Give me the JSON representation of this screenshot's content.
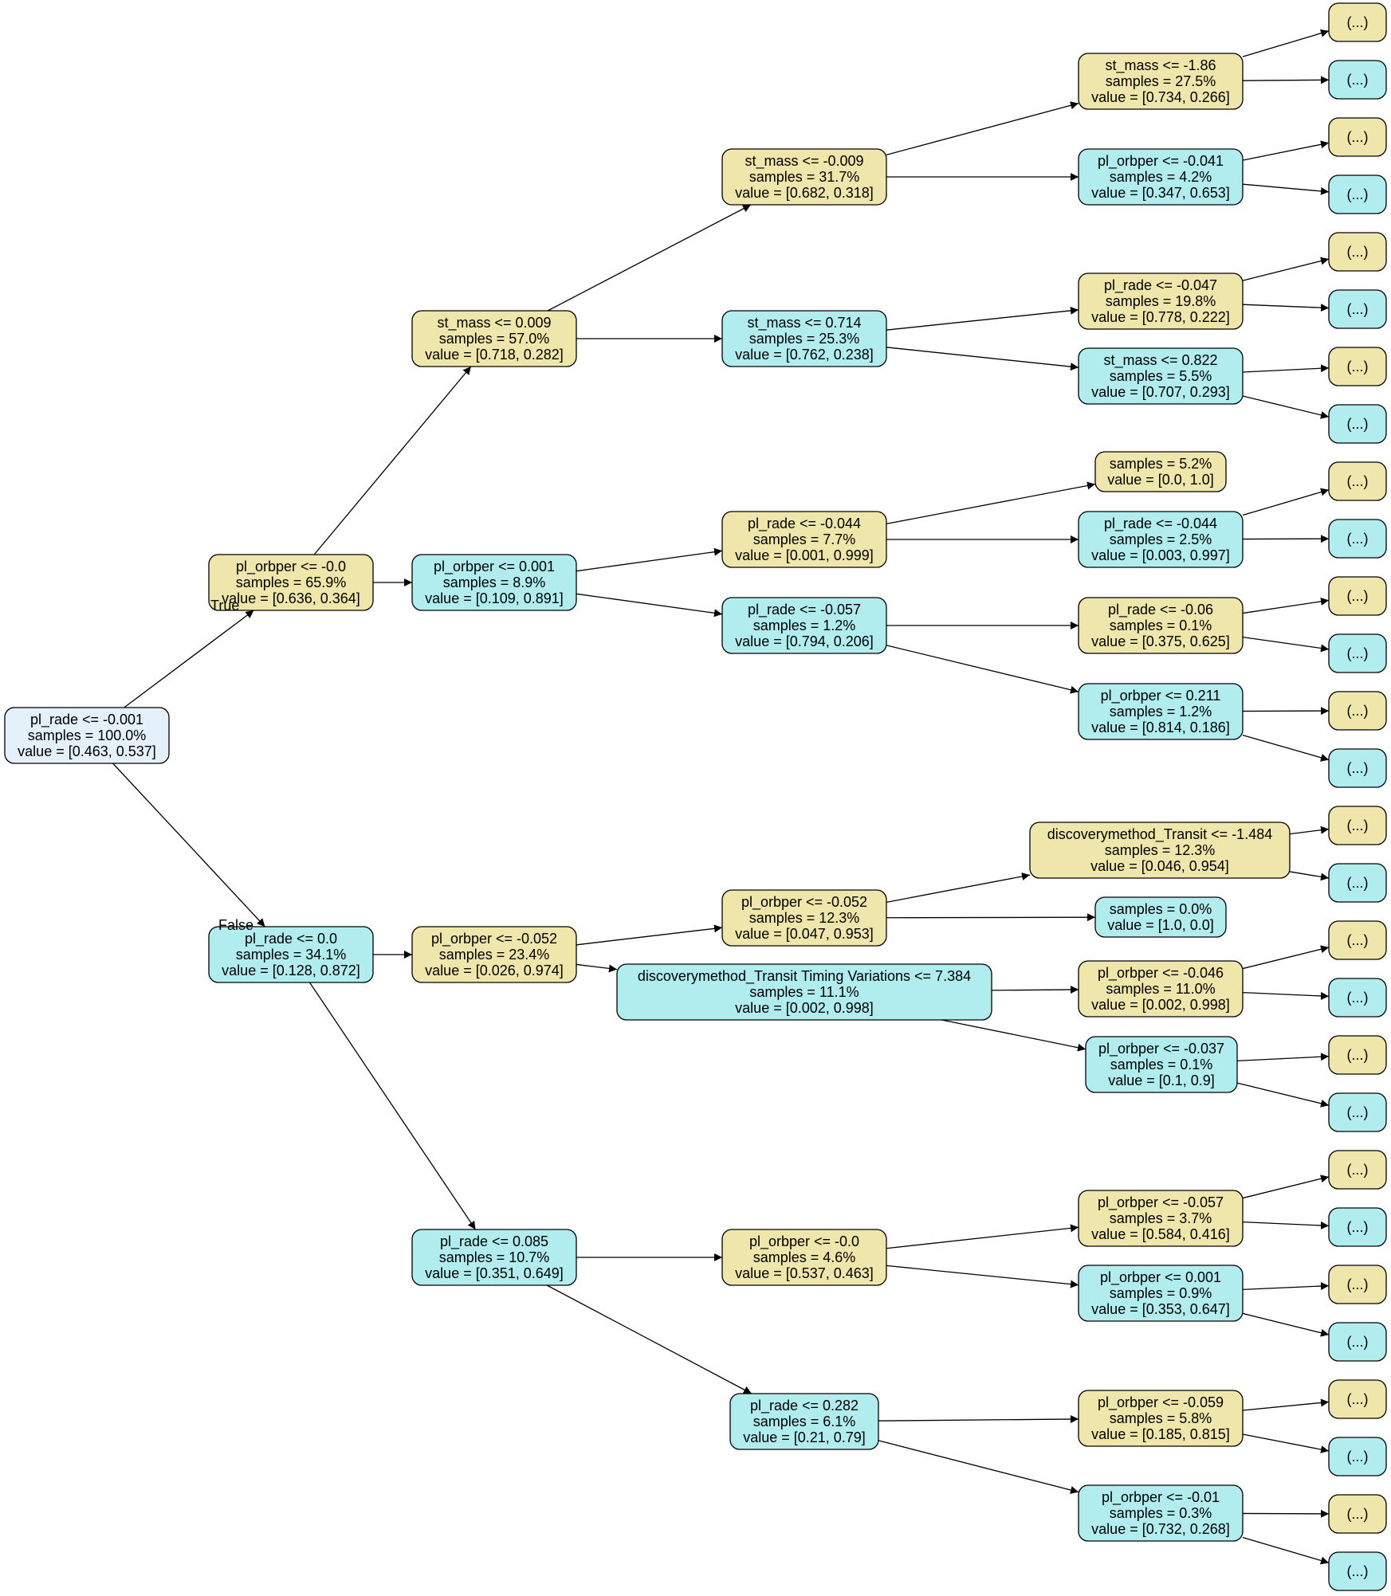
{
  "colors": {
    "blue_fill": "#b1ecee",
    "tan_fill": "#efe6ac",
    "root_fill": "#e4f1fa",
    "stroke": "#000000"
  },
  "edge_labels": {
    "true": "True",
    "false": "False"
  },
  "nodes": [
    {
      "id": "root",
      "fill": "root_fill",
      "lines": [
        "pl_rade <= -0.001",
        "samples = 100.0%",
        "value = [0.463, 0.537]"
      ]
    },
    {
      "id": "n1",
      "fill": "tan_fill",
      "lines": [
        "pl_orbper <= -0.0",
        "samples = 65.9%",
        "value = [0.636, 0.364]"
      ]
    },
    {
      "id": "n2",
      "fill": "blue_fill",
      "lines": [
        "pl_rade <= 0.0",
        "samples = 34.1%",
        "value = [0.128, 0.872]"
      ]
    },
    {
      "id": "n3",
      "fill": "tan_fill",
      "lines": [
        "st_mass <= 0.009",
        "samples = 57.0%",
        "value = [0.718, 0.282]"
      ]
    },
    {
      "id": "n4",
      "fill": "blue_fill",
      "lines": [
        "pl_orbper <= 0.001",
        "samples = 8.9%",
        "value = [0.109, 0.891]"
      ]
    },
    {
      "id": "n5",
      "fill": "tan_fill",
      "lines": [
        "pl_orbper <= -0.052",
        "samples = 23.4%",
        "value = [0.026, 0.974]"
      ]
    },
    {
      "id": "n6",
      "fill": "blue_fill",
      "lines": [
        "pl_rade <= 0.085",
        "samples = 10.7%",
        "value = [0.351, 0.649]"
      ]
    },
    {
      "id": "n7",
      "fill": "tan_fill",
      "lines": [
        "st_mass <= -0.009",
        "samples = 31.7%",
        "value = [0.682, 0.318]"
      ]
    },
    {
      "id": "n8",
      "fill": "blue_fill",
      "lines": [
        "st_mass <= 0.714",
        "samples = 25.3%",
        "value = [0.762, 0.238]"
      ]
    },
    {
      "id": "n9",
      "fill": "tan_fill",
      "lines": [
        "pl_rade <= -0.044",
        "samples = 7.7%",
        "value = [0.001, 0.999]"
      ]
    },
    {
      "id": "n10",
      "fill": "blue_fill",
      "lines": [
        "pl_rade <= -0.057",
        "samples = 1.2%",
        "value = [0.794, 0.206]"
      ]
    },
    {
      "id": "n11",
      "fill": "tan_fill",
      "lines": [
        "pl_orbper <= -0.052",
        "samples = 12.3%",
        "value = [0.047, 0.953]"
      ]
    },
    {
      "id": "n12",
      "fill": "blue_fill",
      "lines": [
        "discoverymethod_Transit Timing Variations <= 7.384",
        "samples = 11.1%",
        "value = [0.002, 0.998]"
      ]
    },
    {
      "id": "n13",
      "fill": "tan_fill",
      "lines": [
        "pl_orbper <= -0.0",
        "samples = 4.6%",
        "value = [0.537, 0.463]"
      ]
    },
    {
      "id": "n14",
      "fill": "blue_fill",
      "lines": [
        "pl_rade <= 0.282",
        "samples = 6.1%",
        "value = [0.21, 0.79]"
      ]
    },
    {
      "id": "n15",
      "fill": "tan_fill",
      "lines": [
        "st_mass <= -1.86",
        "samples = 27.5%",
        "value = [0.734, 0.266]"
      ]
    },
    {
      "id": "n16",
      "fill": "blue_fill",
      "lines": [
        "pl_orbper <= -0.041",
        "samples = 4.2%",
        "value = [0.347, 0.653]"
      ]
    },
    {
      "id": "n17",
      "fill": "tan_fill",
      "lines": [
        "pl_rade <= -0.047",
        "samples = 19.8%",
        "value = [0.778, 0.222]"
      ]
    },
    {
      "id": "n18",
      "fill": "blue_fill",
      "lines": [
        "st_mass <= 0.822",
        "samples = 5.5%",
        "value = [0.707, 0.293]"
      ]
    },
    {
      "id": "n19",
      "fill": "tan_fill",
      "lines": [
        "samples = 5.2%",
        "value = [0.0, 1.0]"
      ]
    },
    {
      "id": "n20",
      "fill": "blue_fill",
      "lines": [
        "pl_rade <= -0.044",
        "samples = 2.5%",
        "value = [0.003, 0.997]"
      ]
    },
    {
      "id": "n21",
      "fill": "tan_fill",
      "lines": [
        "pl_rade <= -0.06",
        "samples = 0.1%",
        "value = [0.375, 0.625]"
      ]
    },
    {
      "id": "n22",
      "fill": "blue_fill",
      "lines": [
        "pl_orbper <= 0.211",
        "samples = 1.2%",
        "value = [0.814, 0.186]"
      ]
    },
    {
      "id": "n23",
      "fill": "tan_fill",
      "lines": [
        "discoverymethod_Transit <= -1.484",
        "samples = 12.3%",
        "value = [0.046, 0.954]"
      ]
    },
    {
      "id": "n24",
      "fill": "blue_fill",
      "lines": [
        "samples = 0.0%",
        "value = [1.0, 0.0]"
      ]
    },
    {
      "id": "n25",
      "fill": "tan_fill",
      "lines": [
        "pl_orbper <= -0.046",
        "samples = 11.0%",
        "value = [0.002, 0.998]"
      ]
    },
    {
      "id": "n26",
      "fill": "blue_fill",
      "lines": [
        "pl_orbper <= -0.037",
        "samples = 0.1%",
        "value = [0.1, 0.9]"
      ]
    },
    {
      "id": "n27",
      "fill": "tan_fill",
      "lines": [
        "pl_orbper <= -0.057",
        "samples = 3.7%",
        "value = [0.584, 0.416]"
      ]
    },
    {
      "id": "n28",
      "fill": "blue_fill",
      "lines": [
        "pl_orbper <= 0.001",
        "samples = 0.9%",
        "value = [0.353, 0.647]"
      ]
    },
    {
      "id": "n29",
      "fill": "tan_fill",
      "lines": [
        "pl_orbper <= -0.059",
        "samples = 5.8%",
        "value = [0.185, 0.815]"
      ]
    },
    {
      "id": "n30",
      "fill": "blue_fill",
      "lines": [
        "pl_orbper <= -0.01",
        "samples = 0.3%",
        "value = [0.732, 0.268]"
      ]
    },
    {
      "id": "l1",
      "fill": "tan_fill",
      "lines": [
        "(...)"
      ]
    },
    {
      "id": "l2",
      "fill": "blue_fill",
      "lines": [
        "(...)"
      ]
    },
    {
      "id": "l3",
      "fill": "tan_fill",
      "lines": [
        "(...)"
      ]
    },
    {
      "id": "l4",
      "fill": "blue_fill",
      "lines": [
        "(...)"
      ]
    },
    {
      "id": "l5",
      "fill": "tan_fill",
      "lines": [
        "(...)"
      ]
    },
    {
      "id": "l6",
      "fill": "blue_fill",
      "lines": [
        "(...)"
      ]
    },
    {
      "id": "l7",
      "fill": "tan_fill",
      "lines": [
        "(...)"
      ]
    },
    {
      "id": "l8",
      "fill": "blue_fill",
      "lines": [
        "(...)"
      ]
    },
    {
      "id": "l9",
      "fill": "tan_fill",
      "lines": [
        "(...)"
      ]
    },
    {
      "id": "l10",
      "fill": "blue_fill",
      "lines": [
        "(...)"
      ]
    },
    {
      "id": "l11",
      "fill": "tan_fill",
      "lines": [
        "(...)"
      ]
    },
    {
      "id": "l12",
      "fill": "blue_fill",
      "lines": [
        "(...)"
      ]
    },
    {
      "id": "l13",
      "fill": "tan_fill",
      "lines": [
        "(...)"
      ]
    },
    {
      "id": "l14",
      "fill": "blue_fill",
      "lines": [
        "(...)"
      ]
    },
    {
      "id": "l15",
      "fill": "tan_fill",
      "lines": [
        "(...)"
      ]
    },
    {
      "id": "l16",
      "fill": "blue_fill",
      "lines": [
        "(...)"
      ]
    },
    {
      "id": "l17",
      "fill": "tan_fill",
      "lines": [
        "(...)"
      ]
    },
    {
      "id": "l18",
      "fill": "blue_fill",
      "lines": [
        "(...)"
      ]
    },
    {
      "id": "l19",
      "fill": "tan_fill",
      "lines": [
        "(...)"
      ]
    },
    {
      "id": "l20",
      "fill": "blue_fill",
      "lines": [
        "(...)"
      ]
    },
    {
      "id": "l21",
      "fill": "tan_fill",
      "lines": [
        "(...)"
      ]
    },
    {
      "id": "l22",
      "fill": "blue_fill",
      "lines": [
        "(...)"
      ]
    },
    {
      "id": "l23",
      "fill": "tan_fill",
      "lines": [
        "(...)"
      ]
    },
    {
      "id": "l24",
      "fill": "blue_fill",
      "lines": [
        "(...)"
      ]
    },
    {
      "id": "l25",
      "fill": "tan_fill",
      "lines": [
        "(...)"
      ]
    },
    {
      "id": "l26",
      "fill": "blue_fill",
      "lines": [
        "(...)"
      ]
    },
    {
      "id": "l27",
      "fill": "tan_fill",
      "lines": [
        "(...)"
      ]
    },
    {
      "id": "l28",
      "fill": "blue_fill",
      "lines": [
        "(...)"
      ]
    }
  ],
  "edges": [
    {
      "from": "root",
      "to": "n1",
      "label": "true"
    },
    {
      "from": "root",
      "to": "n2",
      "label": "false"
    },
    {
      "from": "n1",
      "to": "n3"
    },
    {
      "from": "n1",
      "to": "n4"
    },
    {
      "from": "n2",
      "to": "n5"
    },
    {
      "from": "n2",
      "to": "n6"
    },
    {
      "from": "n3",
      "to": "n7"
    },
    {
      "from": "n3",
      "to": "n8"
    },
    {
      "from": "n4",
      "to": "n9"
    },
    {
      "from": "n4",
      "to": "n10"
    },
    {
      "from": "n5",
      "to": "n11"
    },
    {
      "from": "n5",
      "to": "n12"
    },
    {
      "from": "n6",
      "to": "n13"
    },
    {
      "from": "n6",
      "to": "n14"
    },
    {
      "from": "n7",
      "to": "n15"
    },
    {
      "from": "n7",
      "to": "n16"
    },
    {
      "from": "n8",
      "to": "n17"
    },
    {
      "from": "n8",
      "to": "n18"
    },
    {
      "from": "n9",
      "to": "n19"
    },
    {
      "from": "n9",
      "to": "n20"
    },
    {
      "from": "n10",
      "to": "n21"
    },
    {
      "from": "n10",
      "to": "n22"
    },
    {
      "from": "n11",
      "to": "n23"
    },
    {
      "from": "n11",
      "to": "n24"
    },
    {
      "from": "n12",
      "to": "n25"
    },
    {
      "from": "n12",
      "to": "n26"
    },
    {
      "from": "n13",
      "to": "n27"
    },
    {
      "from": "n13",
      "to": "n28"
    },
    {
      "from": "n14",
      "to": "n29"
    },
    {
      "from": "n14",
      "to": "n30"
    },
    {
      "from": "n15",
      "to": "l1"
    },
    {
      "from": "n15",
      "to": "l2"
    },
    {
      "from": "n16",
      "to": "l3"
    },
    {
      "from": "n16",
      "to": "l4"
    },
    {
      "from": "n17",
      "to": "l5"
    },
    {
      "from": "n17",
      "to": "l6"
    },
    {
      "from": "n18",
      "to": "l7"
    },
    {
      "from": "n18",
      "to": "l8"
    },
    {
      "from": "n20",
      "to": "l9"
    },
    {
      "from": "n20",
      "to": "l10"
    },
    {
      "from": "n21",
      "to": "l11"
    },
    {
      "from": "n21",
      "to": "l12"
    },
    {
      "from": "n22",
      "to": "l13"
    },
    {
      "from": "n22",
      "to": "l14"
    },
    {
      "from": "n23",
      "to": "l15"
    },
    {
      "from": "n23",
      "to": "l16"
    },
    {
      "from": "n25",
      "to": "l17"
    },
    {
      "from": "n25",
      "to": "l18"
    },
    {
      "from": "n26",
      "to": "l19"
    },
    {
      "from": "n26",
      "to": "l20"
    },
    {
      "from": "n27",
      "to": "l21"
    },
    {
      "from": "n27",
      "to": "l22"
    },
    {
      "from": "n28",
      "to": "l23"
    },
    {
      "from": "n28",
      "to": "l24"
    },
    {
      "from": "n29",
      "to": "l25"
    },
    {
      "from": "n29",
      "to": "l26"
    },
    {
      "from": "n30",
      "to": "l27"
    },
    {
      "from": "n30",
      "to": "l28"
    }
  ]
}
